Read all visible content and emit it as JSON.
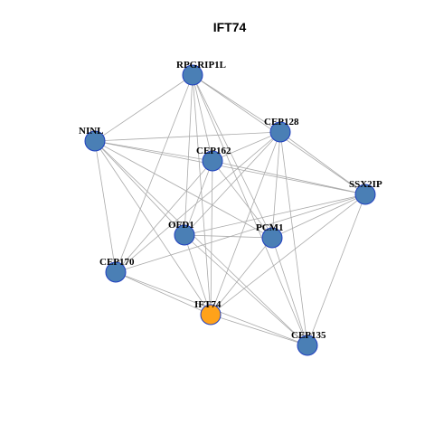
{
  "title": "IFT74",
  "colors": {
    "node_fill": "#4a7fb5",
    "node_stroke": "#1f3fbf",
    "focus_fill": "#ffa21a",
    "edge": "#aaaaaa"
  },
  "nodes": [
    {
      "id": "RPGRIP1L",
      "label": "RPGRIP1L",
      "focus": false
    },
    {
      "id": "NINL",
      "label": "NINL",
      "focus": false
    },
    {
      "id": "CEP128",
      "label": "CEP128",
      "focus": false
    },
    {
      "id": "CEP162",
      "label": "CEP162",
      "focus": false
    },
    {
      "id": "SSX2IP",
      "label": "SSX2IP",
      "focus": false
    },
    {
      "id": "OFD1",
      "label": "OFD1",
      "focus": false
    },
    {
      "id": "PCM1",
      "label": "PCM1",
      "focus": false
    },
    {
      "id": "CEP170",
      "label": "CEP170",
      "focus": false
    },
    {
      "id": "IFT74",
      "label": "IFT74",
      "focus": true
    },
    {
      "id": "CEP135",
      "label": "CEP135",
      "focus": false
    }
  ],
  "edges": [
    [
      "RPGRIP1L",
      "NINL"
    ],
    [
      "RPGRIP1L",
      "CEP128"
    ],
    [
      "RPGRIP1L",
      "CEP162"
    ],
    [
      "RPGRIP1L",
      "SSX2IP"
    ],
    [
      "RPGRIP1L",
      "OFD1"
    ],
    [
      "RPGRIP1L",
      "PCM1"
    ],
    [
      "RPGRIP1L",
      "CEP170"
    ],
    [
      "RPGRIP1L",
      "IFT74"
    ],
    [
      "RPGRIP1L",
      "CEP135"
    ],
    [
      "NINL",
      "CEP128"
    ],
    [
      "NINL",
      "CEP162"
    ],
    [
      "NINL",
      "SSX2IP"
    ],
    [
      "NINL",
      "OFD1"
    ],
    [
      "NINL",
      "PCM1"
    ],
    [
      "NINL",
      "CEP170"
    ],
    [
      "NINL",
      "IFT74"
    ],
    [
      "NINL",
      "CEP135"
    ],
    [
      "CEP128",
      "CEP162"
    ],
    [
      "CEP128",
      "SSX2IP"
    ],
    [
      "CEP128",
      "OFD1"
    ],
    [
      "CEP128",
      "PCM1"
    ],
    [
      "CEP128",
      "CEP170"
    ],
    [
      "CEP128",
      "IFT74"
    ],
    [
      "CEP128",
      "CEP135"
    ],
    [
      "CEP162",
      "SSX2IP"
    ],
    [
      "CEP162",
      "OFD1"
    ],
    [
      "CEP162",
      "PCM1"
    ],
    [
      "CEP162",
      "CEP170"
    ],
    [
      "CEP162",
      "IFT74"
    ],
    [
      "SSX2IP",
      "OFD1"
    ],
    [
      "SSX2IP",
      "PCM1"
    ],
    [
      "SSX2IP",
      "CEP170"
    ],
    [
      "SSX2IP",
      "IFT74"
    ],
    [
      "SSX2IP",
      "CEP135"
    ],
    [
      "OFD1",
      "PCM1"
    ],
    [
      "OFD1",
      "IFT74"
    ],
    [
      "OFD1",
      "CEP135"
    ],
    [
      "PCM1",
      "IFT74"
    ],
    [
      "PCM1",
      "CEP135"
    ],
    [
      "CEP170",
      "IFT74"
    ],
    [
      "CEP170",
      "CEP135"
    ],
    [
      "IFT74",
      "CEP135"
    ]
  ]
}
